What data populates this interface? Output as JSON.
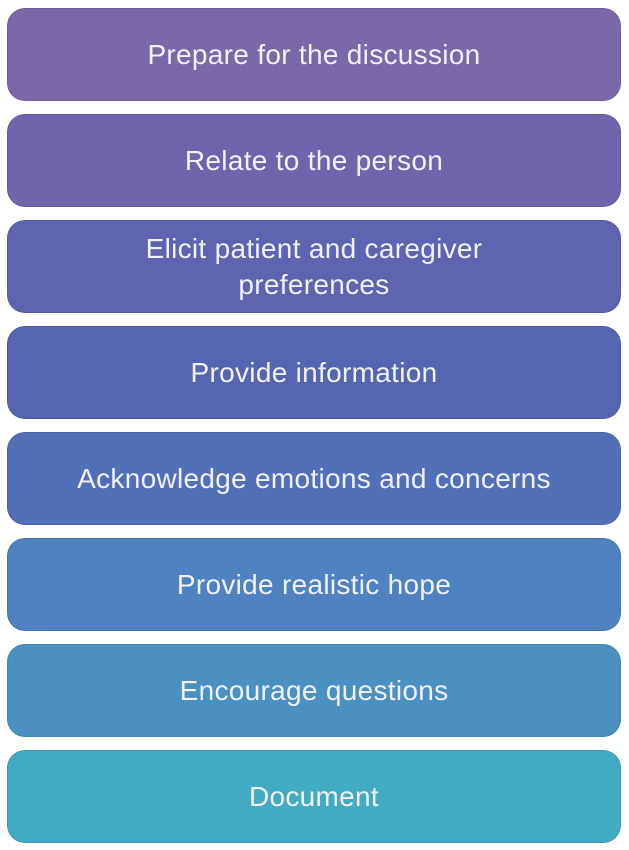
{
  "figure": {
    "type": "process-step-diagram",
    "background": "#ffffff",
    "text_color": "#f2f1f7",
    "steps": [
      {
        "label": "Prepare for the discussion",
        "color": "#7b68a9"
      },
      {
        "label": "Relate to the person",
        "color": "#6f65ac"
      },
      {
        "label": "Elicit patient and caregiver preferences",
        "color": "#5e64af"
      },
      {
        "label": "Provide information",
        "color": "#5565b1"
      },
      {
        "label": "Acknowledge emotions and concerns",
        "color": "#5270b7"
      },
      {
        "label": "Provide realistic hope",
        "color": "#4e82c0"
      },
      {
        "label": "Encourage questions",
        "color": "#4a90c1"
      },
      {
        "label": "Document",
        "color": "#42abc4"
      }
    ]
  }
}
